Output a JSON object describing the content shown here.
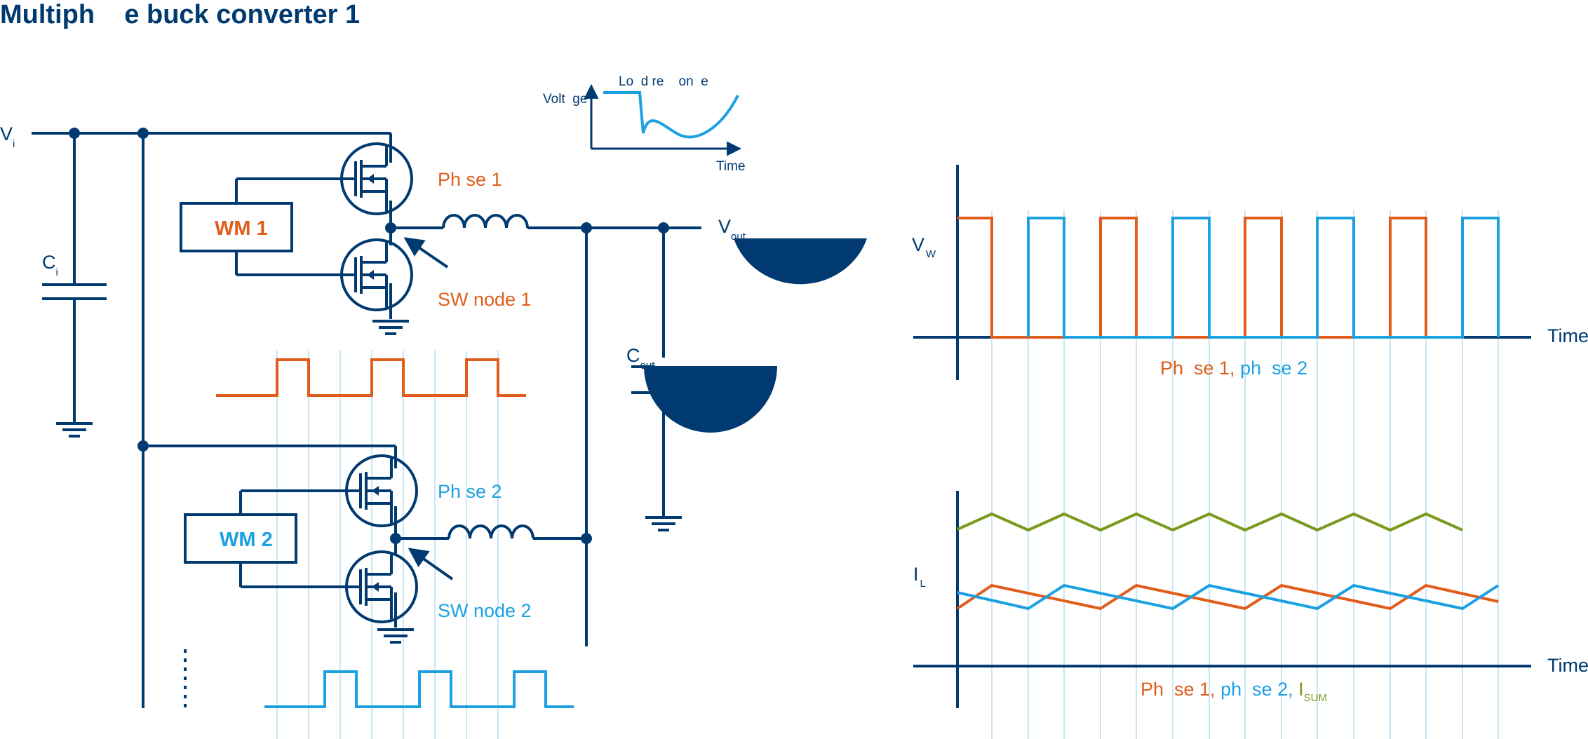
{
  "title": "Multiph    e buck converter 1",
  "colors": {
    "navy": "#003a70",
    "phase1": "#e05d1c",
    "phase2": "#1ba1e2",
    "sum": "#7a9a1e",
    "grid": "#c9e6f5"
  },
  "schematic": {
    "vin": {
      "main": "V",
      "sub": "i"
    },
    "cin": {
      "main": "C",
      "sub": "i"
    },
    "cout": {
      "main": "C",
      "sub": "out"
    },
    "vout": {
      "main": "V",
      "sub": "out"
    },
    "pwm1": "WM 1",
    "pwm2": "WM 2",
    "phase1": "Ph  se 1",
    "phase2": "Ph  se 2",
    "sw1": "SW node 1",
    "sw2": "SW node 2",
    "dots": "......"
  },
  "inset": {
    "title": "Lo  d re    on  e",
    "ylabel": "Volt  ge",
    "xlabel": "Time"
  },
  "graph_vsw": {
    "ylabel": {
      "main": "V",
      "sub": "W"
    },
    "xlabel": "Time",
    "caption_p1": "Ph  se 1, ",
    "caption_p2": "ph  se 2"
  },
  "graph_il": {
    "ylabel": {
      "main": "I",
      "sub": "L"
    },
    "xlabel": "Time",
    "caption_p1": "Ph  se 1, ",
    "caption_p2": "ph  se 2, ",
    "caption_sum": {
      "main": "I",
      "sub": "SUM"
    }
  }
}
